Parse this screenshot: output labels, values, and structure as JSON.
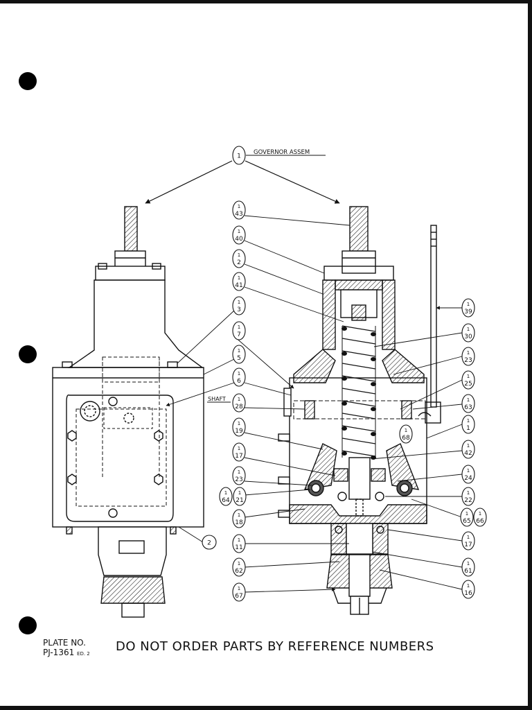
{
  "title_label": "GOVERNOR ASSEM",
  "shaft_label": "SHAFT",
  "plate": {
    "label": "PLATE NO.",
    "number": "PJ-1361",
    "edition": "ED. 2"
  },
  "footer_note": "DO NOT ORDER PARTS BY REFERENCE NUMBERS",
  "callouts": [
    {
      "id": "c1",
      "number": "1"
    },
    {
      "id": "c43",
      "number": "43"
    },
    {
      "id": "c40",
      "number": "40"
    },
    {
      "id": "c2a",
      "number": "2"
    },
    {
      "id": "c41",
      "number": "41"
    },
    {
      "id": "c3a",
      "number": "3"
    },
    {
      "id": "c7",
      "number": "7"
    },
    {
      "id": "c5",
      "number": "5"
    },
    {
      "id": "c6",
      "number": "6"
    },
    {
      "id": "c28",
      "number": "28"
    },
    {
      "id": "c19",
      "number": "19"
    },
    {
      "id": "c17a",
      "number": "17"
    },
    {
      "id": "c23",
      "number": "23"
    },
    {
      "id": "c64",
      "number": "64"
    },
    {
      "id": "c21",
      "number": "21"
    },
    {
      "id": "c18",
      "number": "18"
    },
    {
      "id": "c11",
      "number": "11"
    },
    {
      "id": "c62",
      "number": "62"
    },
    {
      "id": "c67",
      "number": "67"
    },
    {
      "id": "c2b",
      "number": "2"
    },
    {
      "id": "c39",
      "number": "39"
    },
    {
      "id": "c30",
      "number": "30"
    },
    {
      "id": "c23r",
      "number": "23"
    },
    {
      "id": "c25",
      "number": "25"
    },
    {
      "id": "c63",
      "number": "63"
    },
    {
      "id": "c68",
      "number": "68"
    },
    {
      "id": "c1r",
      "number": "1"
    },
    {
      "id": "c42",
      "number": "42"
    },
    {
      "id": "c24",
      "number": "24"
    },
    {
      "id": "c22",
      "number": "22"
    },
    {
      "id": "c65",
      "number": "65"
    },
    {
      "id": "c66",
      "number": "66"
    },
    {
      "id": "c17b",
      "number": "17"
    },
    {
      "id": "c61",
      "number": "61"
    },
    {
      "id": "c16",
      "number": "16"
    }
  ]
}
